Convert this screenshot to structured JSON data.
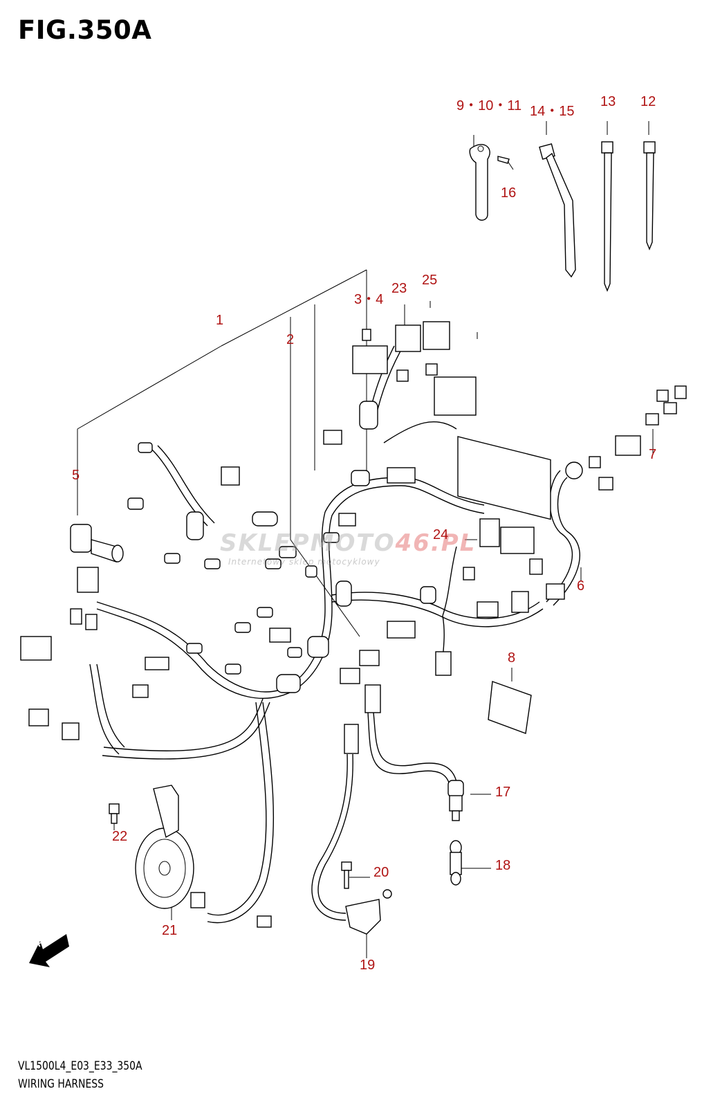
{
  "figure": {
    "title": "FIG.350A",
    "code": "VL1500L4_E03_E33_350A",
    "name": "WIRING HARNESS"
  },
  "watermark": {
    "main": "SKLEPMOTO",
    "accent": "46.PL",
    "sub": "Internetowy sklep motocyklowy"
  },
  "fwd_label": "FWD",
  "callouts": {
    "c1": "1",
    "c2": "2",
    "c3": "3・4",
    "c5": "5",
    "c6": "6",
    "c7": "7",
    "c8": "8",
    "c9": "9・10・11",
    "c12": "12",
    "c13": "13",
    "c14": "14・15",
    "c16": "16",
    "c17": "17",
    "c18": "18",
    "c19": "19",
    "c20": "20",
    "c21": "21",
    "c22": "22",
    "c23": "23",
    "c24": "24",
    "c25": "25"
  },
  "colors": {
    "callout": "#b01414",
    "line": "#000000"
  }
}
